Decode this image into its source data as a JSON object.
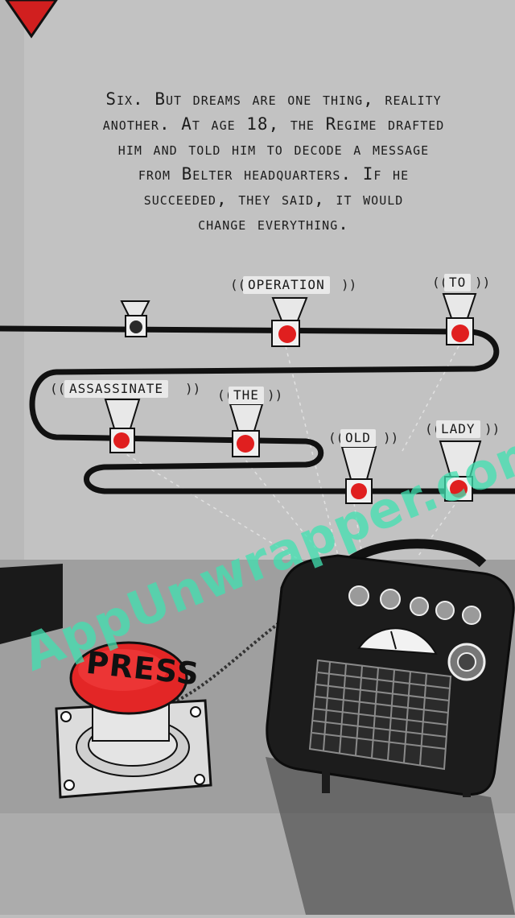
{
  "menu": {
    "icon": "red-down-triangle-icon"
  },
  "story": {
    "lines": [
      "Six. But dreams are one thing, reality",
      "another. At age 18, the Regime drafted",
      "him and told him to decode a message",
      "from Belter headquarters. If he",
      "succeeded, they said, it would",
      "change everything."
    ]
  },
  "bulbs": [
    {
      "label": "",
      "lit": false
    },
    {
      "label": "OPERATION",
      "lit": true
    },
    {
      "label": "TO",
      "lit": true
    },
    {
      "label": "ASSASSINATE",
      "lit": true
    },
    {
      "label": "THE",
      "lit": true
    },
    {
      "label": "OLD",
      "lit": true
    },
    {
      "label": "LADY",
      "lit": true
    }
  ],
  "button": {
    "label": "PRESS"
  },
  "radio": {
    "icon": "radio-icon",
    "knob_count": 5
  },
  "watermark": "AppUnwrapper.com",
  "colors": {
    "bulb_red": "#e01f1f",
    "button_red": "#e32626",
    "background": "#bdbdbd",
    "watermark": "#40e0b0"
  }
}
